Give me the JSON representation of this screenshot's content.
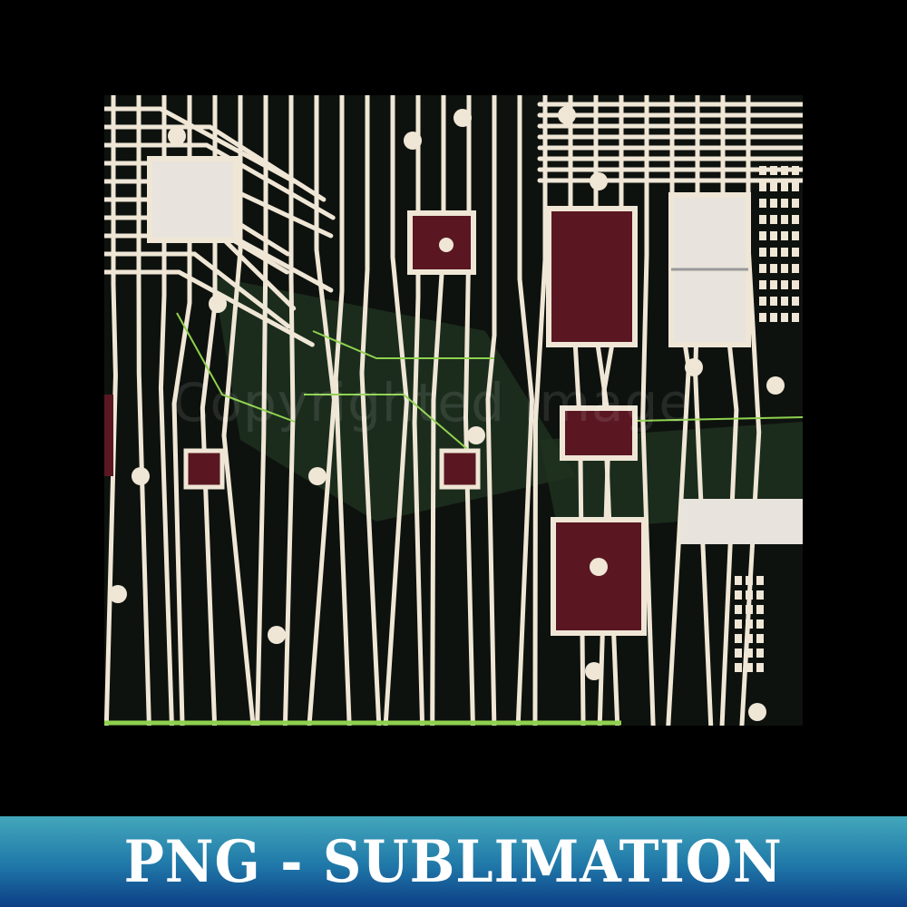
{
  "artwork": {
    "subject": "circuit-board",
    "colors": {
      "board": "#0e120e",
      "board_green": "#1f3320",
      "trace": "#efe6d6",
      "chip": "#5a1722",
      "accent_green": "#8fd14f"
    },
    "watermark": "Copyrighted Image"
  },
  "banner": {
    "text": "PNG - SUBLIMATION",
    "colors": {
      "top": "#43a7bb",
      "bottom": "#0d3e86",
      "text": "#ffffff"
    }
  }
}
